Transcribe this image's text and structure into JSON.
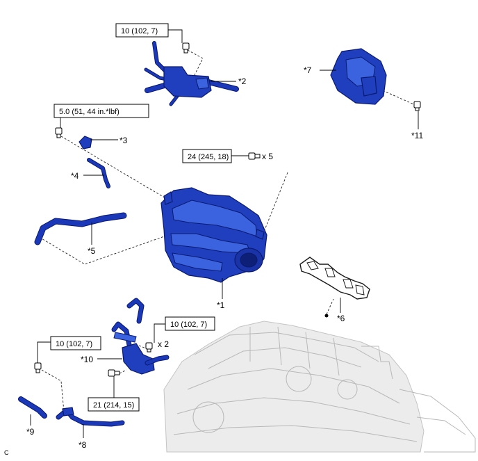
{
  "specs": {
    "s1": "10 (102, 7)",
    "s2": "5.0 (51, 44 in.*lbf)",
    "s3": "24 (245, 18)",
    "s4": "10 (102, 7)",
    "s5": "10 (102, 7)",
    "s6": "21 (214, 15)"
  },
  "labels": {
    "p1": "*1",
    "p2": "*2",
    "p3": "*3",
    "p4": "*4",
    "p5": "*5",
    "p6": "*6",
    "p7": "*7",
    "p8": "*8",
    "p9": "*9",
    "p10": "*10",
    "p11": "*11"
  },
  "qty": {
    "q5": "x 5",
    "q2": "x 2"
  },
  "corner": "C",
  "colors": {
    "part": "#1f3fbf",
    "engine": "#c4c4c4"
  }
}
